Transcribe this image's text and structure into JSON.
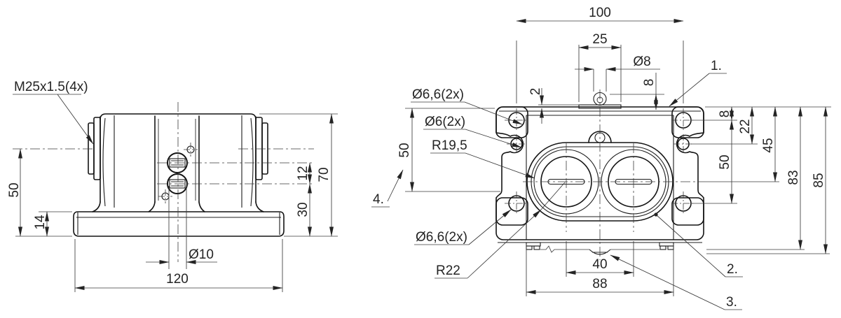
{
  "drawing": {
    "left_view": {
      "thread_label": "M25x1.5(4x)",
      "dims": {
        "height_50": "50",
        "base_14": "14",
        "width_120": "120",
        "hole_dia_10": "Ø10",
        "spacing_12": "12",
        "height_30": "30",
        "height_70": "70"
      }
    },
    "right_view": {
      "dims": {
        "width_100": "100",
        "width_25": "25",
        "knob_dia_8": "Ø8",
        "plate_2": "2",
        "knob_height_8": "8",
        "top_hole_8": "8",
        "dowel_22": "22",
        "holes_50": "50",
        "center_45": "45",
        "height_83": "83",
        "height_85": "85",
        "left_50": "50",
        "bore_spacing_40": "40",
        "body_88": "88"
      },
      "labels": {
        "corner_holes_top": "Ø6,6(2x)",
        "dowel_holes": "Ø6(2x)",
        "bore_radius": "R19,5",
        "corner_holes_bottom": "Ø6,6(2x)",
        "housing_radius": "R22"
      },
      "callouts": {
        "item1": "1.",
        "item2": "2.",
        "item3": "3.",
        "item4": "4."
      }
    }
  }
}
